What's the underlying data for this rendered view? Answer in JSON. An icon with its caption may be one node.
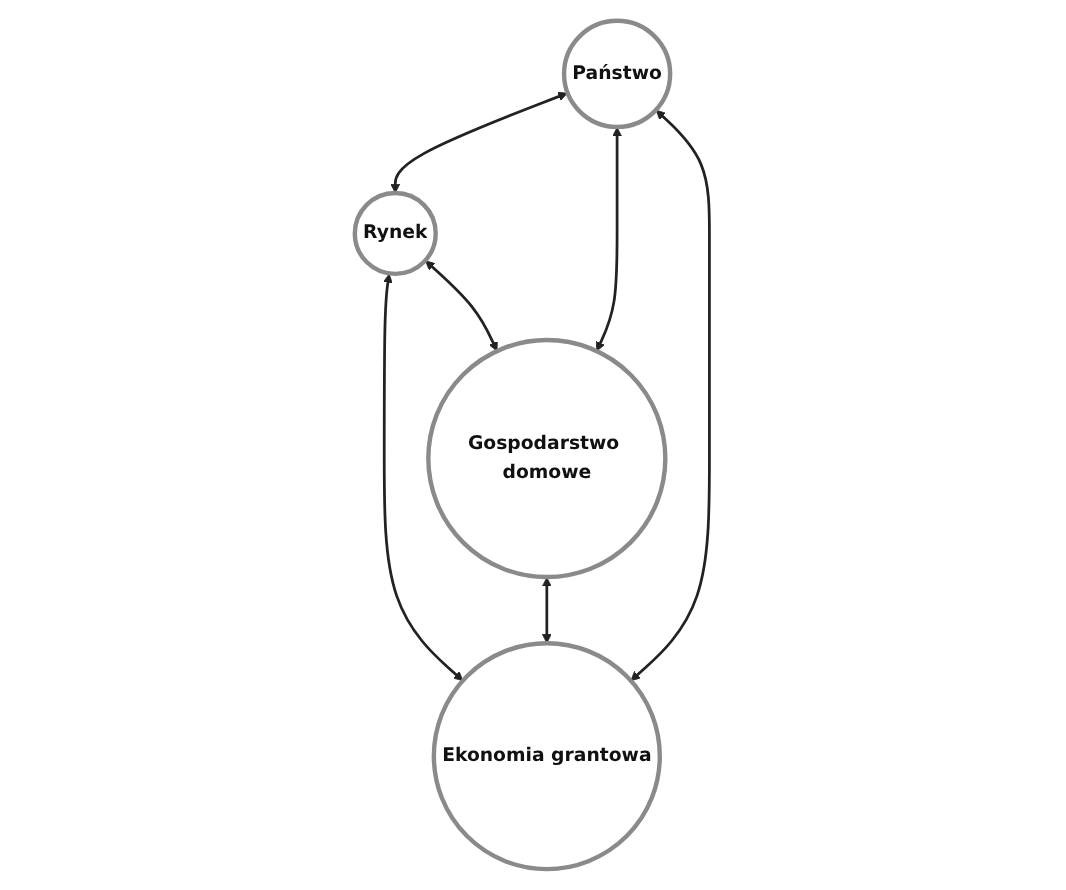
{
  "diagram": {
    "nodes": [
      {
        "text": [
          "Państwo"
        ]
      },
      {
        "text": [
          "Rynek"
        ]
      },
      {
        "text": [
          "Gospodarstwo domowe"
        ]
      },
      {
        "text": [
          "Ekonomia grantowa"
        ]
      }
    ],
    "edges": [
      {
        "from": 0,
        "to": 1,
        "arrow": "both"
      },
      {
        "from": 0,
        "to": 2,
        "arrow": "both"
      },
      {
        "from": 1,
        "to": 3,
        "arrow": "both"
      },
      {
        "from": 2,
        "to": 3,
        "arrow": "both"
      },
      {
        "from": 0,
        "to": 3,
        "arrow": "both"
      },
      {
        "from": 1,
        "to": 2,
        "arrow": "both"
      }
    ]
  }
}
